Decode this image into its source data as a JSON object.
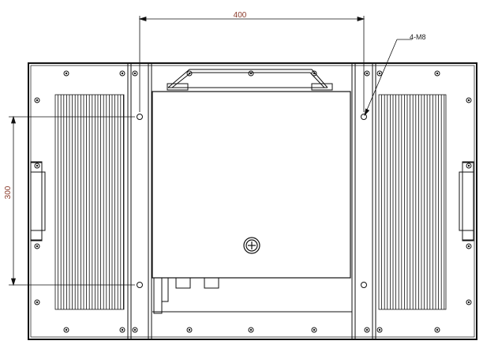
{
  "dimensions": {
    "horizontal": "400",
    "vertical": "300"
  },
  "callout": {
    "label": "4-M8"
  },
  "colors": {
    "line": "#111111",
    "dimension_text": "#8a3a2a",
    "background": "#ffffff"
  }
}
